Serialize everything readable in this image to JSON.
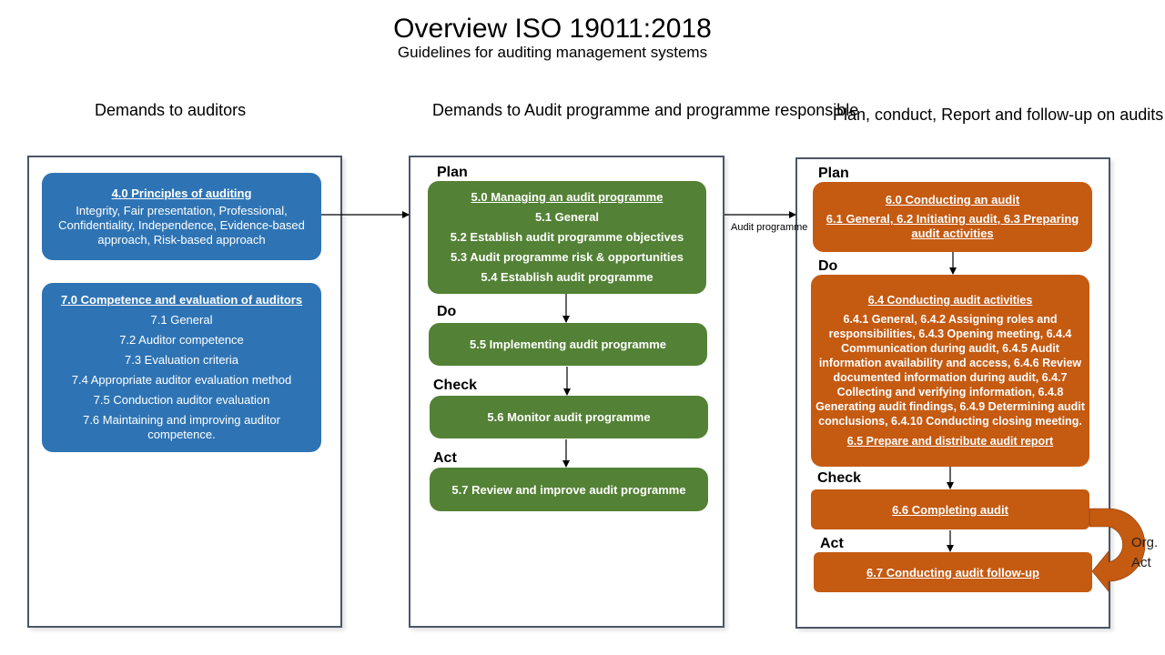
{
  "title": "Overview ISO 19011:2018",
  "subtitle": "Guidelines for auditing management systems",
  "columns": {
    "auditors": {
      "heading": "Demands to auditors",
      "boxes": [
        {
          "heading": "4.0 Principles of auditing",
          "lines": [
            "Integrity, Fair presentation, Professional,",
            "Confidentiality, Independence, Evidence-based",
            "approach, Risk-based approach"
          ]
        },
        {
          "heading": "7.0 Competence and evaluation of auditors",
          "lines": [
            "7.1 General",
            "7.2 Auditor competence",
            "7.3 Evaluation criteria",
            "7.4 Appropriate auditor evaluation method",
            "7.5 Conduction auditor evaluation",
            "7.6 Maintaining and improving auditor competence."
          ]
        }
      ]
    },
    "programme": {
      "heading_line1": "Demands to Audit programme",
      "heading_line2": "and programme responsible",
      "phases": {
        "plan": "Plan",
        "do": "Do",
        "check": "Check",
        "act": "Act"
      },
      "plan_box": {
        "heading": "5.0 Managing an audit programme",
        "lines": [
          "5.1 General",
          "5.2 Establish audit programme objectives",
          "5.3 Audit programme risk & opportunities",
          "5.4 Establish audit programme"
        ]
      },
      "do_box": "5.5 Implementing audit programme",
      "check_box": "5.6 Monitor audit programme",
      "act_box": "5.7 Review and improve audit programme"
    },
    "audits": {
      "heading_line1": "Plan,  conduct, Report and",
      "heading_line2": "follow-up on audits",
      "phases": {
        "plan": "Plan",
        "do": "Do",
        "check": "Check",
        "act": "Act"
      },
      "plan_box": {
        "heading": "6.0 Conducting an audit",
        "sub": "6.1 General, 6.2 Initiating audit, 6.3 Preparing audit activities"
      },
      "do_box": {
        "heading": "6.4 Conducting audit activities",
        "body": "6.4.1 General, 6.4.2  Assigning roles and responsibilities, 6.4.3 Opening meeting, 6.4.4 Communication during audit, 6.4.5 Audit information availability and access, 6.4.6 Review documented information during audit, 6.4.7 Collecting and verifying information, 6.4.8 Generating audit findings,  6.4.9 Determining audit conclusions, 6.4.10 Conducting closing meeting.",
        "footer": "6.5 Prepare and distribute audit report"
      },
      "check_box": "6.6 Completing audit",
      "act_box": "6.7 Conducting audit follow-up"
    }
  },
  "connector_label_line1": "Audit",
  "connector_label_line2": "programme",
  "org_act_line1": "Org.",
  "org_act_line2": "Act",
  "colors": {
    "blue": "#2e74b5",
    "green": "#538135",
    "orange": "#c55a11",
    "panel_border": "#4d5566"
  }
}
